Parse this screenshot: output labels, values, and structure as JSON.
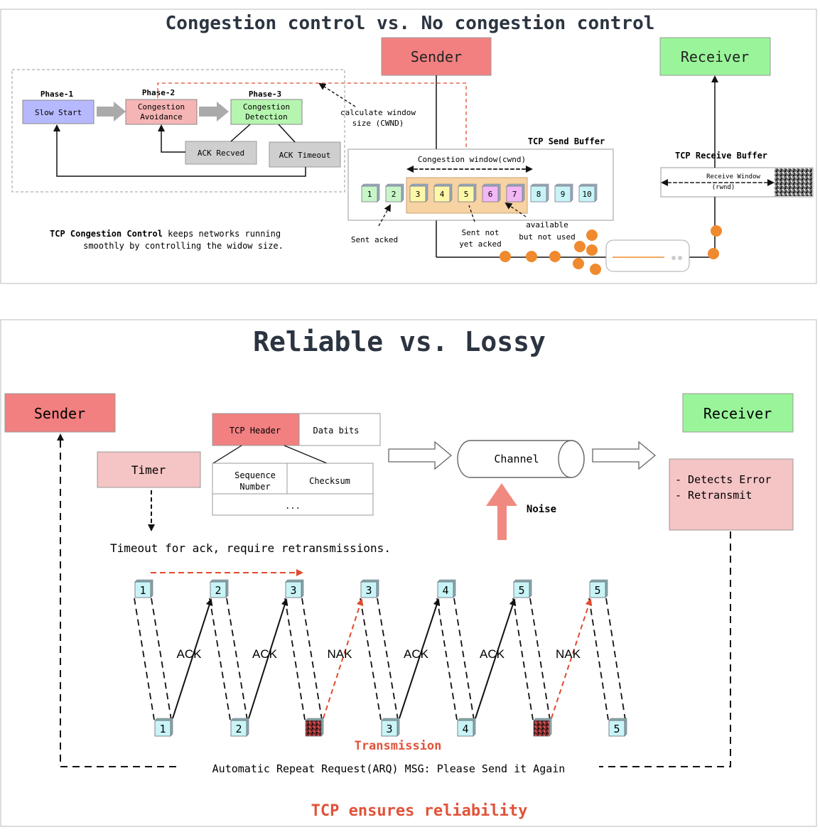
{
  "colors": {
    "sender": "#f28080",
    "receiver": "#9af59a",
    "phase1": "#b7b9ff",
    "phase2": "#f6b5b5",
    "phase3": "#b6f5b0",
    "gray_box": "#cfcfcf",
    "orange": "#f08a2e",
    "red_arrow": "#e24a2e",
    "packet": "#c8f4f7",
    "packet_green": "#c8f5c8",
    "packet_yellow": "#fdf7a8",
    "packet_pink": "#f2b8f5",
    "cwnd_bg": "#f7d3a3",
    "light_red": "#f5c4c4",
    "title_red": "#e0533a"
  },
  "top": {
    "title": "Congestion control vs. No congestion control",
    "sender": "Sender",
    "receiver": "Receiver",
    "phase1_label": "Phase-1",
    "phase2_label": "Phase-2",
    "phase3_label": "Phase-3",
    "slow_start": "Slow Start",
    "cong_avoid_1": "Congestion",
    "cong_avoid_2": "Avoidance",
    "cong_detect_1": "Congestion",
    "cong_detect_2": "Detection",
    "ack_recved": "ACK Recved",
    "ack_timeout": "ACK Timeout",
    "calc_window_1": "calculate window",
    "calc_window_2": "size (CWND)",
    "send_buffer": "TCP Send Buffer",
    "receive_buffer": "TCP Receive Buffer",
    "cwnd_label": "Congestion window(cwnd)",
    "receive_window": "Receive Window",
    "rwnd": "(rwnd)",
    "packets": [
      "1",
      "2",
      "3",
      "4",
      "5",
      "6",
      "7",
      "8",
      "9",
      "10"
    ],
    "sent_acked": "Sent acked",
    "sent_not_1": "Sent not",
    "sent_not_2": "yet acked",
    "available_1": "available",
    "available_2": "but not used",
    "desc_bold": "TCP Congestion Control",
    "desc_rest": " keeps networks running",
    "desc_line2": "smoothly by controlling the widow size."
  },
  "bottom": {
    "title": "Reliable vs. Lossy",
    "sender": "Sender",
    "receiver": "Receiver",
    "timer": "Timer",
    "tcp_header": "TCP Header",
    "data_bits": "Data bits",
    "seq_1": "Sequence",
    "seq_2": "Number",
    "checksum": "Checksum",
    "ellipsis": "...",
    "channel": "Channel",
    "noise": "Noise",
    "detects_error": "- Detects Error",
    "retransmit": "- Retransmit",
    "timeout_text": "Timeout for ack, require retransmissions.",
    "top_packets": [
      "1",
      "2",
      "3",
      "3",
      "4",
      "5",
      "5"
    ],
    "bottom_packets": [
      "1",
      "2",
      "",
      "3",
      "4",
      "",
      "5"
    ],
    "acks": [
      "ACK",
      "ACK",
      "NAK",
      "ACK",
      "ACK",
      "NAK"
    ],
    "transmission": "Transmission",
    "arq": "Automatic Repeat Request(ARQ) MSG: Please Send it Again",
    "footer": "TCP ensures reliability"
  }
}
